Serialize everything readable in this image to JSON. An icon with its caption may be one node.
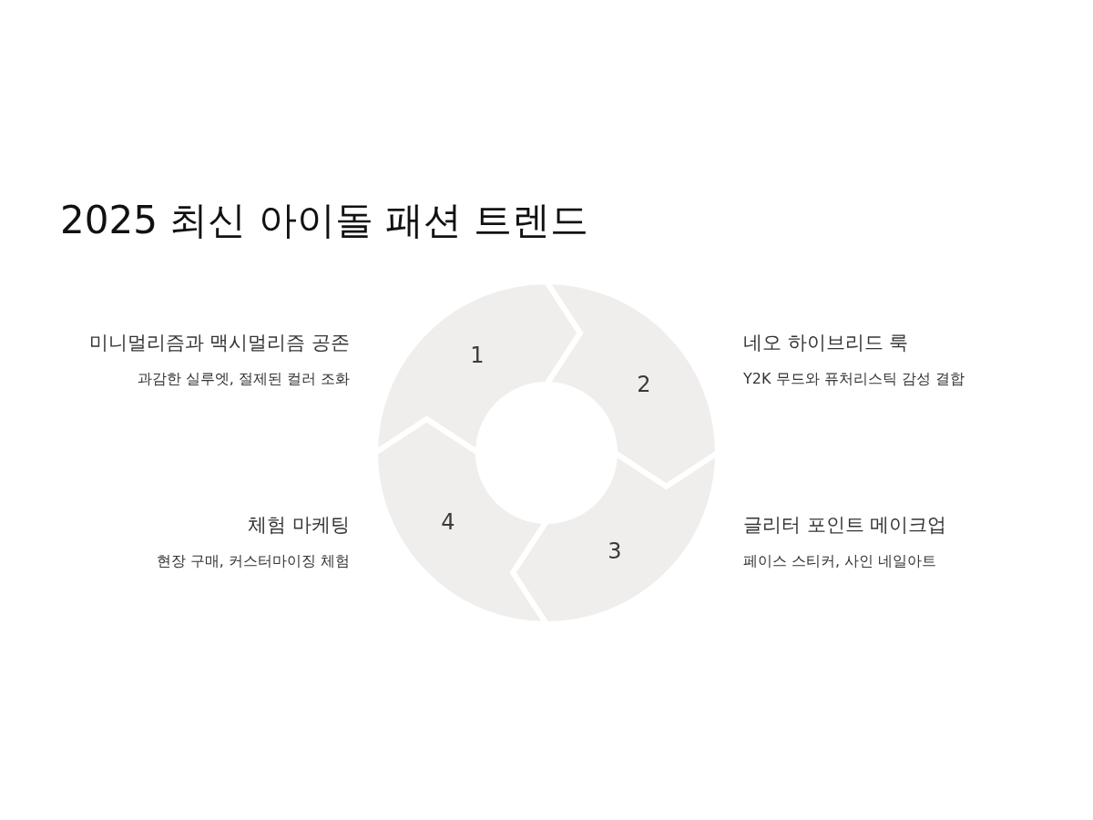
{
  "diagram": {
    "title": "2025 최신 아이돌 패션 트렌드",
    "nodes": [
      {
        "text": [
          "1"
        ],
        "beside": [
          "미니멀리즘과 맥시멀리즘 공존",
          "과감한 실루엣, 절제된 컬러 조화"
        ]
      },
      {
        "text": [
          "2"
        ],
        "beside": [
          "네오 하이브리드 룩",
          "Y2K 무드와 퓨처리스틱 감성 결합"
        ]
      },
      {
        "text": [
          "3"
        ],
        "beside": [
          "글리터 포인트 메이크업",
          "페이스 스티커, 사인 네일아트"
        ]
      },
      {
        "text": [
          "4"
        ],
        "beside": [
          "체험 마케팅",
          "현장 구매, 커스터마이징 체험"
        ]
      }
    ]
  }
}
